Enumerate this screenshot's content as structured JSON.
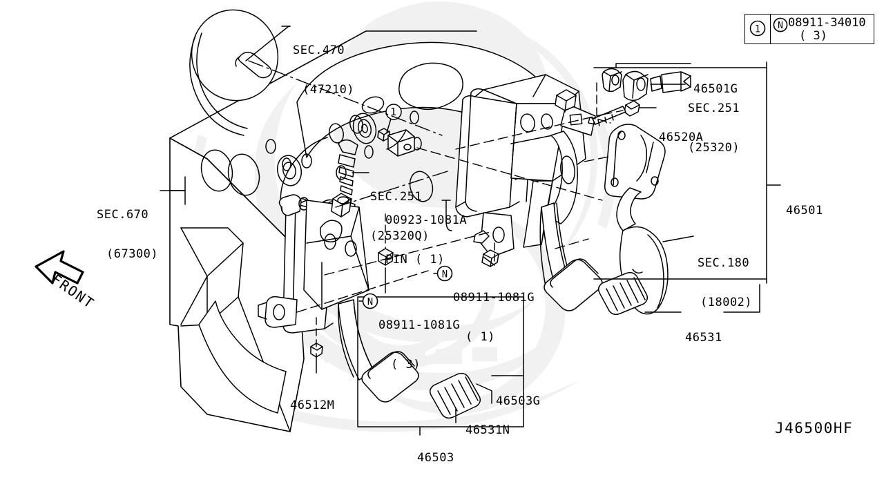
{
  "diagram": {
    "drawing_number": "J46500HF",
    "direction_marker": "FRONT",
    "legend": {
      "index": "1",
      "prefix_icon": "N",
      "part_number": "08911-34010",
      "quantity": "( 3)"
    },
    "callouts": [
      {
        "id": "sec470",
        "line1": "SEC.470",
        "line2": "(47210)"
      },
      {
        "id": "sec670",
        "line1": "SEC.670",
        "line2": "(67300)"
      },
      {
        "id": "sec251q",
        "line1": "SEC.251",
        "line2": "(25320Q)"
      },
      {
        "id": "pin",
        "line1": "00923-1081A",
        "line2": "PIN ( 1)"
      },
      {
        "id": "p46501g",
        "line1": "46501G",
        "line2": ""
      },
      {
        "id": "sec251",
        "line1": "SEC.251",
        "line2": "(25320)"
      },
      {
        "id": "p46520a",
        "line1": "46520A",
        "line2": ""
      },
      {
        "id": "p46501",
        "line1": "46501",
        "line2": ""
      },
      {
        "id": "sec180",
        "line1": "SEC.180",
        "line2": "(18002)"
      },
      {
        "id": "p46531",
        "line1": "46531",
        "line2": ""
      },
      {
        "id": "nut1",
        "line1": "08911-1081G",
        "line2": "( 1)",
        "icon": "N"
      },
      {
        "id": "nut3",
        "line1": "08911-1081G",
        "line2": "( 3)",
        "icon": "N"
      },
      {
        "id": "p46512m",
        "line1": "46512M",
        "line2": ""
      },
      {
        "id": "p46503g",
        "line1": "46503G",
        "line2": ""
      },
      {
        "id": "p46531n",
        "line1": "46531N",
        "line2": ""
      },
      {
        "id": "p46503",
        "line1": "46503",
        "line2": ""
      }
    ],
    "balloon_1": "1",
    "colors": {
      "ink": "#000000",
      "paper": "#ffffff",
      "watermark": "#f0f0f0"
    }
  }
}
